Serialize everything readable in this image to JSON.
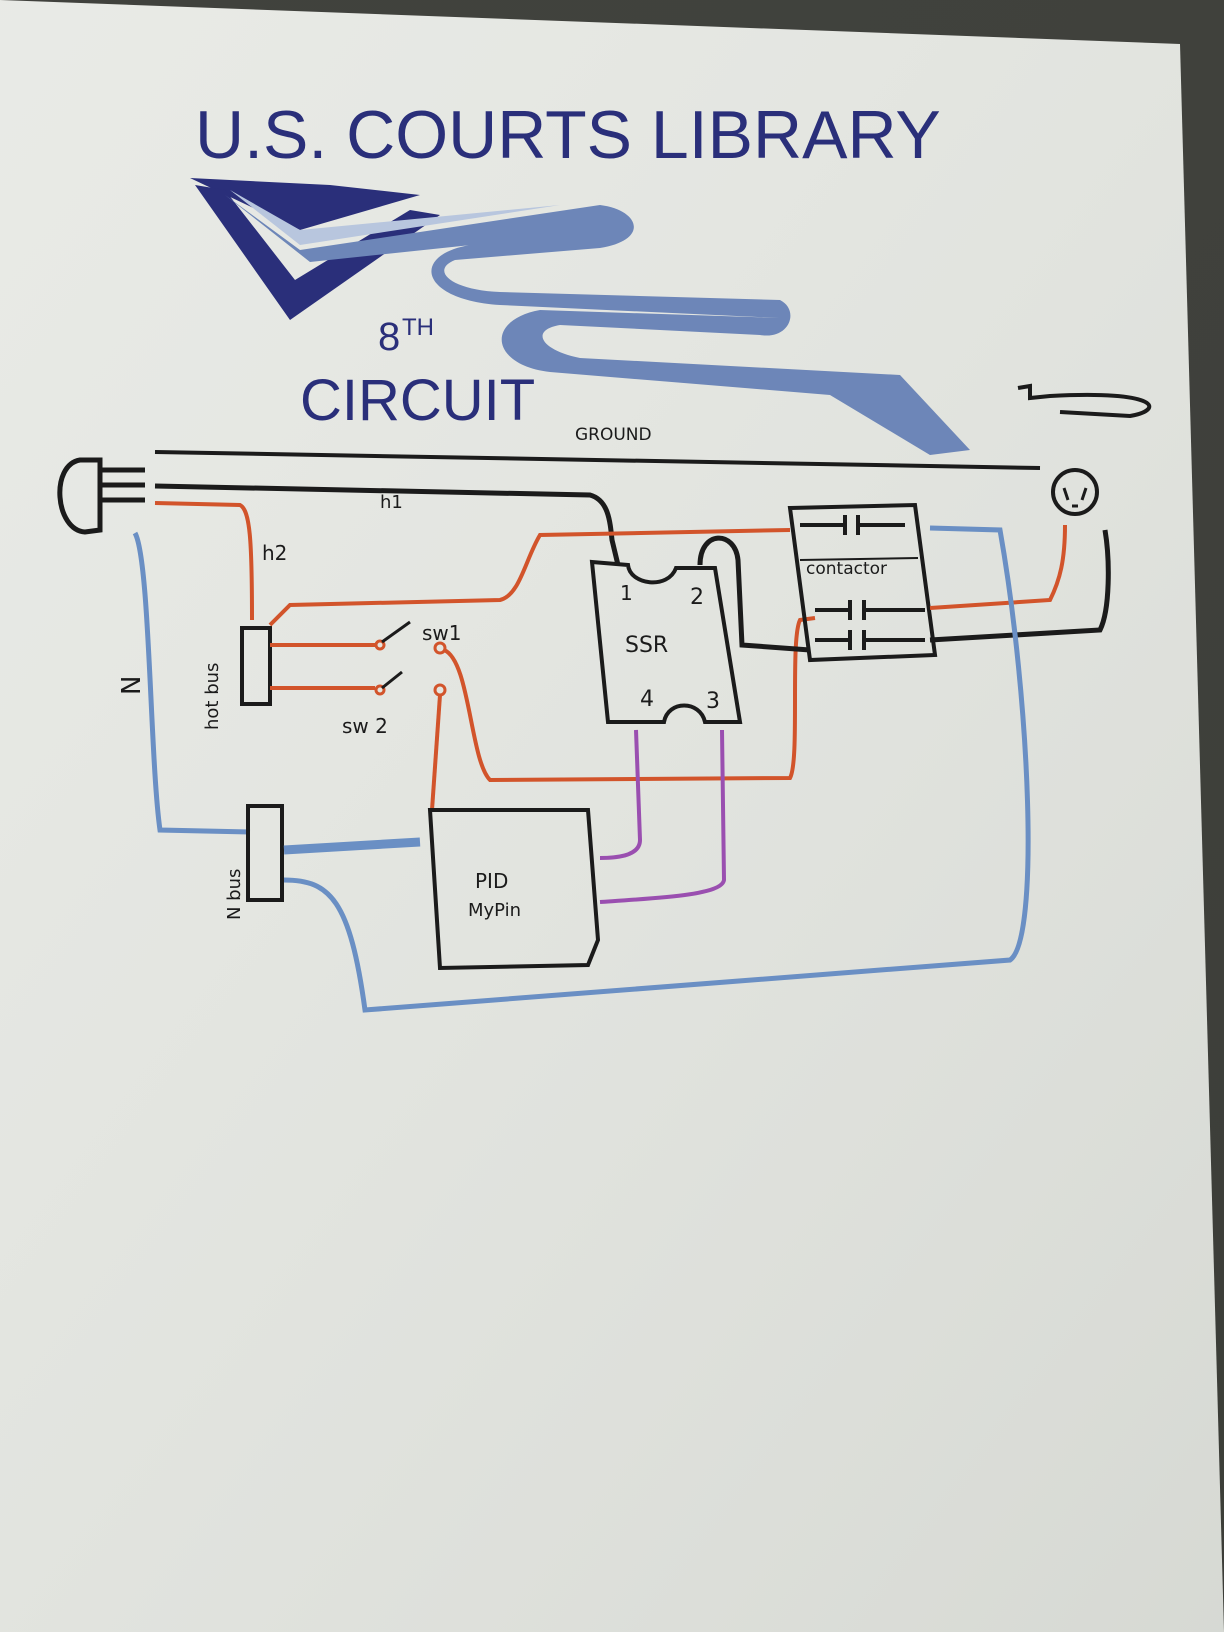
{
  "logo": {
    "title": "U.S. COURTS LIBRARY",
    "number": "8",
    "number_suffix": "TH",
    "word": "CIRCUIT"
  },
  "labels": {
    "ground": "GROUND",
    "h1": "h1",
    "h2": "h2",
    "n": "N",
    "hot_bus": "hot bus",
    "n_bus": "N bus",
    "sw1": "sw1",
    "sw2": "sw 2",
    "ssr": "SSR",
    "ssr_pin1": "1",
    "ssr_pin2": "2",
    "ssr_pin3": "3",
    "ssr_pin4": "4",
    "contactor": "contactor",
    "pid_line1": "PID",
    "pid_line2": "MyPin"
  },
  "colors": {
    "paper": "#e9ebe6",
    "logo_dark": "#2a2f7a",
    "logo_light": "#6d86b8",
    "wire_hot": "#d2542b",
    "wire_black": "#1b1b1b",
    "wire_neutral": "#6a8fc4",
    "wire_signal": "#9a4fb0"
  }
}
